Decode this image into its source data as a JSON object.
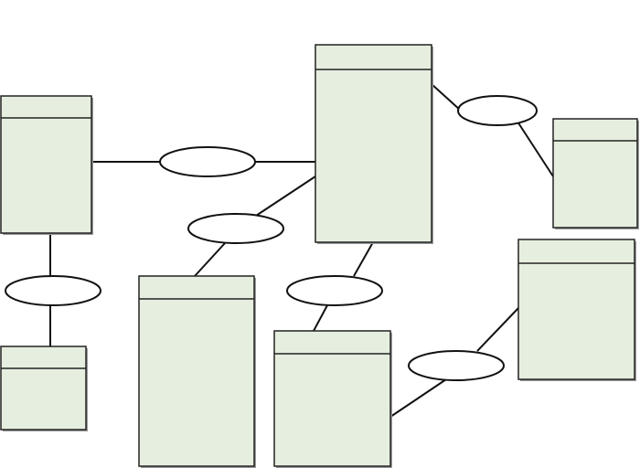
{
  "diagram": {
    "type": "entity-relationship",
    "colors": {
      "entity_fill": "#e6efdf",
      "entity_stroke": "#222222",
      "relationship_fill": "#ffffff",
      "relationship_stroke": "#111111",
      "connector": "#111111",
      "shadow": "#9a9a9a"
    },
    "entities": [
      {
        "id": "entity-left-top",
        "title": ""
      },
      {
        "id": "entity-left-bottom",
        "title": ""
      },
      {
        "id": "entity-top-center",
        "title": ""
      },
      {
        "id": "entity-center-bottom",
        "title": ""
      },
      {
        "id": "entity-center-right-bottom",
        "title": ""
      },
      {
        "id": "entity-right-top",
        "title": ""
      },
      {
        "id": "entity-right-middle",
        "title": ""
      }
    ],
    "relationships": [
      {
        "id": "relationship-left-top-to-top-center",
        "label": "",
        "from": "entity-left-top",
        "to": "entity-top-center"
      },
      {
        "id": "relationship-left-top-to-left-bottom",
        "label": "",
        "from": "entity-left-top",
        "to": "entity-left-bottom"
      },
      {
        "id": "relationship-top-center-to-center-bottom",
        "label": "",
        "from": "entity-top-center",
        "to": "entity-center-bottom"
      },
      {
        "id": "relationship-top-center-to-center-right-bottom",
        "label": "",
        "from": "entity-top-center",
        "to": "entity-center-right-bottom"
      },
      {
        "id": "relationship-top-center-to-right-top",
        "label": "",
        "from": "entity-top-center",
        "to": "entity-right-top"
      },
      {
        "id": "relationship-center-right-bottom-to-right-middle",
        "label": "",
        "from": "entity-center-right-bottom",
        "to": "entity-right-middle"
      }
    ]
  }
}
